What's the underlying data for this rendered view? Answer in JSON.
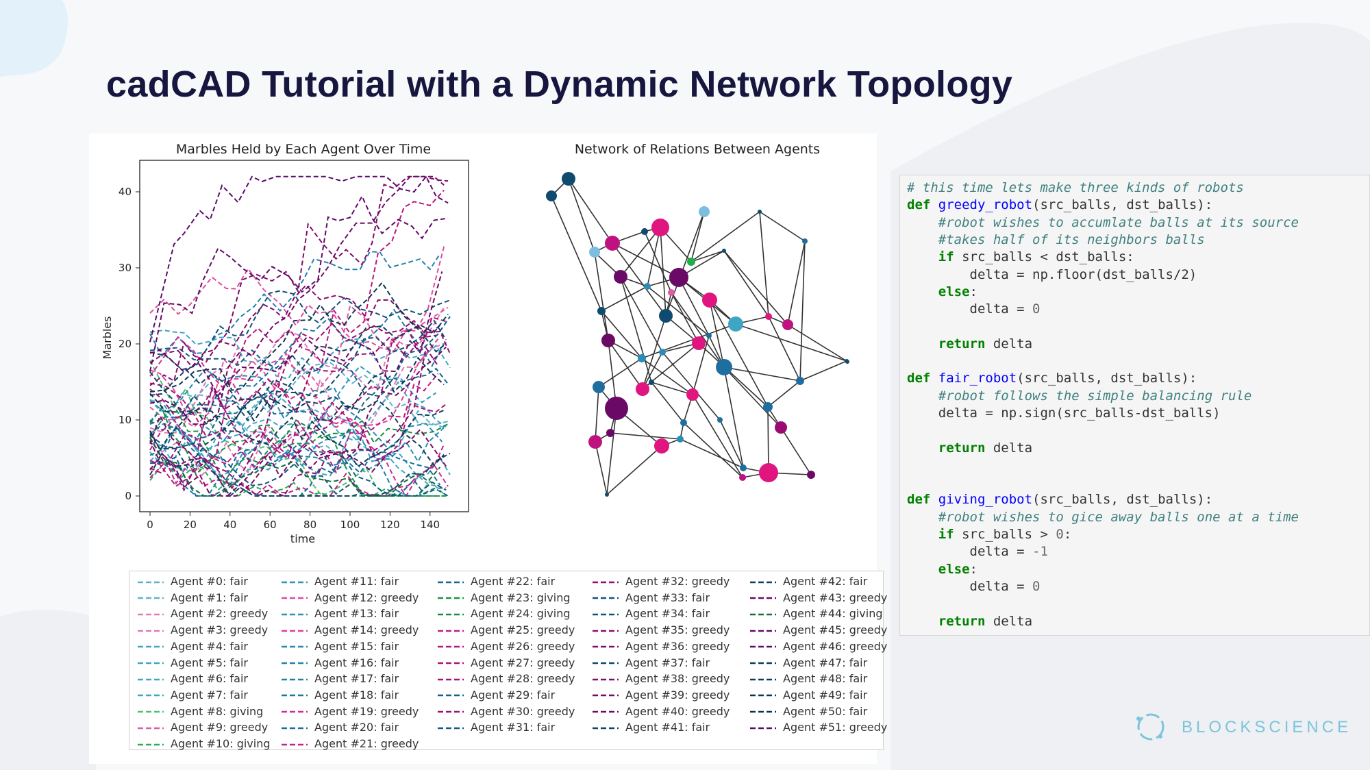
{
  "slide": {
    "title": "cadCAD Tutorial with a Dynamic Network Topology",
    "brand": "BLOCKSCIENCE"
  },
  "left_chart": {
    "title": "Marbles Held by Each Agent Over Time",
    "xlabel": "time",
    "ylabel": "Marbles",
    "xticks": [
      "0",
      "20",
      "40",
      "60",
      "80",
      "100",
      "120",
      "140"
    ],
    "yticks": [
      "0",
      "10",
      "20",
      "30",
      "40"
    ]
  },
  "network": {
    "title": "Network of Relations Between Agents"
  },
  "legend": {
    "items": [
      {
        "label": "Agent #0: fair",
        "color": "#5fb3c9"
      },
      {
        "label": "Agent #1: fair",
        "color": "#5fb3c9"
      },
      {
        "label": "Agent #2: greedy",
        "color": "#e07ab8"
      },
      {
        "label": "Agent #3: greedy",
        "color": "#e07ab8"
      },
      {
        "label": "Agent #4: fair",
        "color": "#3fa5c4"
      },
      {
        "label": "Agent #5: fair",
        "color": "#3fa5c4"
      },
      {
        "label": "Agent #6: fair",
        "color": "#3fa5c4"
      },
      {
        "label": "Agent #7: fair",
        "color": "#3fa5c4"
      },
      {
        "label": "Agent #8: giving",
        "color": "#4cbf70"
      },
      {
        "label": "Agent #9: greedy",
        "color": "#e05aa5"
      },
      {
        "label": "Agent #10: giving",
        "color": "#2fa858"
      },
      {
        "label": "Agent #11: fair",
        "color": "#2d96bd"
      },
      {
        "label": "Agent #12: greedy",
        "color": "#e04aa0"
      },
      {
        "label": "Agent #13: fair",
        "color": "#2a8db8"
      },
      {
        "label": "Agent #14: greedy",
        "color": "#de3f9b"
      },
      {
        "label": "Agent #15: fair",
        "color": "#2787b2"
      },
      {
        "label": "Agent #16: fair",
        "color": "#2482ae"
      },
      {
        "label": "Agent #17: fair",
        "color": "#217ca8"
      },
      {
        "label": "Agent #18: fair",
        "color": "#1e77a3"
      },
      {
        "label": "Agent #19: greedy",
        "color": "#cf2c90"
      },
      {
        "label": "Agent #20: fair",
        "color": "#1a6f9c"
      },
      {
        "label": "Agent #21: greedy",
        "color": "#c72289"
      },
      {
        "label": "Agent #22: fair",
        "color": "#166893"
      },
      {
        "label": "Agent #23: giving",
        "color": "#1b9447"
      },
      {
        "label": "Agent #24: giving",
        "color": "#178a41"
      },
      {
        "label": "Agent #25: greedy",
        "color": "#c01a83"
      },
      {
        "label": "Agent #26: greedy",
        "color": "#b8167e"
      },
      {
        "label": "Agent #27: greedy",
        "color": "#b01379"
      },
      {
        "label": "Agent #28: greedy",
        "color": "#a81075"
      },
      {
        "label": "Agent #29: fair",
        "color": "#136089"
      },
      {
        "label": "Agent #30: greedy",
        "color": "#a00e72"
      },
      {
        "label": "Agent #31: fair",
        "color": "#115a82"
      },
      {
        "label": "Agent #32: greedy",
        "color": "#980c6f"
      },
      {
        "label": "Agent #33: fair",
        "color": "#10557b"
      },
      {
        "label": "Agent #34: fair",
        "color": "#0f5075"
      },
      {
        "label": "Agent #35: greedy",
        "color": "#8f0b6c"
      },
      {
        "label": "Agent #36: greedy",
        "color": "#870a6a"
      },
      {
        "label": "Agent #37: fair",
        "color": "#0e4b6e"
      },
      {
        "label": "Agent #38: greedy",
        "color": "#800a68"
      },
      {
        "label": "Agent #39: greedy",
        "color": "#790a67"
      },
      {
        "label": "Agent #40: greedy",
        "color": "#720a66"
      },
      {
        "label": "Agent #41: fair",
        "color": "#0d4667"
      },
      {
        "label": "Agent #42: fair",
        "color": "#0c4262"
      },
      {
        "label": "Agent #43: greedy",
        "color": "#6b0a66"
      },
      {
        "label": "Agent #44: giving",
        "color": "#126b38"
      },
      {
        "label": "Agent #45: greedy",
        "color": "#650a67"
      },
      {
        "label": "Agent #46: greedy",
        "color": "#600a68"
      },
      {
        "label": "Agent #47: fair",
        "color": "#0b3e5c"
      },
      {
        "label": "Agent #48: fair",
        "color": "#0b3a57"
      },
      {
        "label": "Agent #49: fair",
        "color": "#0a3752"
      },
      {
        "label": "Agent #50: fair",
        "color": "#0a344e"
      },
      {
        "label": "Agent #51: greedy",
        "color": "#5a0a6a"
      }
    ]
  },
  "code": {
    "lines": [
      [
        {
          "t": "# this time lets make three kinds of robots",
          "c": "cm"
        }
      ],
      [
        {
          "t": "def ",
          "c": "kw"
        },
        {
          "t": "greedy_robot",
          "c": "fn"
        },
        {
          "t": "(src_balls, dst_balls):",
          "c": ""
        }
      ],
      [
        {
          "t": "    ",
          "c": ""
        },
        {
          "t": "#robot wishes to accumlate balls at its source",
          "c": "cm"
        }
      ],
      [
        {
          "t": "    ",
          "c": ""
        },
        {
          "t": "#takes half of its neighbors balls",
          "c": "cm"
        }
      ],
      [
        {
          "t": "    ",
          "c": ""
        },
        {
          "t": "if ",
          "c": "kw"
        },
        {
          "t": "src_balls < dst_balls:",
          "c": ""
        }
      ],
      [
        {
          "t": "        delta = np.floor(dst_balls/2)",
          "c": ""
        }
      ],
      [
        {
          "t": "    ",
          "c": ""
        },
        {
          "t": "else",
          "c": "kw"
        },
        {
          "t": ":",
          "c": ""
        }
      ],
      [
        {
          "t": "        delta = ",
          "c": ""
        },
        {
          "t": "0",
          "c": "nm"
        }
      ],
      [
        {
          "t": "",
          "c": ""
        }
      ],
      [
        {
          "t": "    ",
          "c": ""
        },
        {
          "t": "return ",
          "c": "kw"
        },
        {
          "t": "delta",
          "c": ""
        }
      ],
      [
        {
          "t": "",
          "c": ""
        }
      ],
      [
        {
          "t": "def ",
          "c": "kw"
        },
        {
          "t": "fair_robot",
          "c": "fn"
        },
        {
          "t": "(src_balls, dst_balls):",
          "c": ""
        }
      ],
      [
        {
          "t": "    ",
          "c": ""
        },
        {
          "t": "#robot follows the simple balancing rule",
          "c": "cm"
        }
      ],
      [
        {
          "t": "    delta = np.sign(src_balls-dst_balls)",
          "c": ""
        }
      ],
      [
        {
          "t": "",
          "c": ""
        }
      ],
      [
        {
          "t": "    ",
          "c": ""
        },
        {
          "t": "return ",
          "c": "kw"
        },
        {
          "t": "delta",
          "c": ""
        }
      ],
      [
        {
          "t": "",
          "c": ""
        }
      ],
      [
        {
          "t": "",
          "c": ""
        }
      ],
      [
        {
          "t": "def ",
          "c": "kw"
        },
        {
          "t": "giving_robot",
          "c": "fn"
        },
        {
          "t": "(src_balls, dst_balls):",
          "c": ""
        }
      ],
      [
        {
          "t": "    ",
          "c": ""
        },
        {
          "t": "#robot wishes to gice away balls one at a time",
          "c": "cm"
        }
      ],
      [
        {
          "t": "    ",
          "c": ""
        },
        {
          "t": "if ",
          "c": "kw"
        },
        {
          "t": "src_balls > ",
          "c": ""
        },
        {
          "t": "0",
          "c": "nm"
        },
        {
          "t": ":",
          "c": ""
        }
      ],
      [
        {
          "t": "        delta = ",
          "c": ""
        },
        {
          "t": "-1",
          "c": "nm"
        }
      ],
      [
        {
          "t": "    ",
          "c": ""
        },
        {
          "t": "else",
          "c": "kw"
        },
        {
          "t": ":",
          "c": ""
        }
      ],
      [
        {
          "t": "        delta = ",
          "c": ""
        },
        {
          "t": "0",
          "c": "nm"
        }
      ],
      [
        {
          "t": "",
          "c": ""
        }
      ],
      [
        {
          "t": "    ",
          "c": ""
        },
        {
          "t": "return ",
          "c": "kw"
        },
        {
          "t": "delta",
          "c": ""
        }
      ]
    ]
  }
}
